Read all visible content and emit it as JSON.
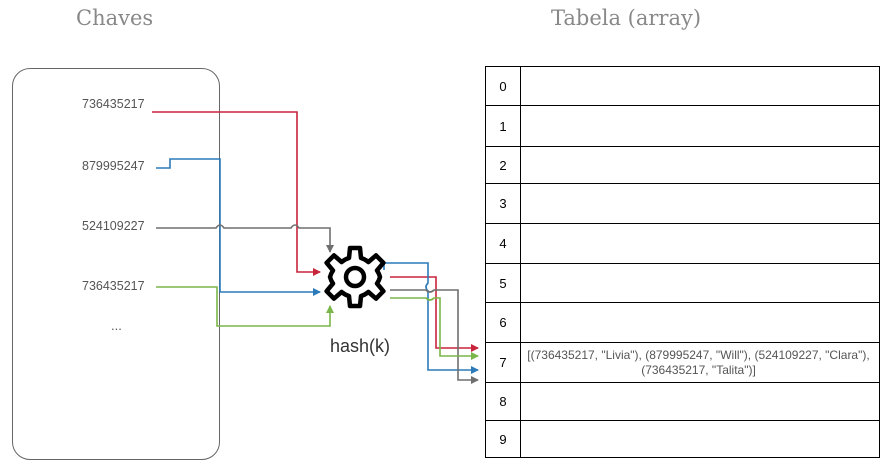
{
  "titles": {
    "keys": "Chaves",
    "table": "Tabela (array)"
  },
  "keys": [
    "736435217",
    "879995247",
    "524109227",
    "736435217"
  ],
  "ellipsis": "...",
  "hash_label": "hash(k)",
  "table_rows": [
    {
      "index": "0",
      "value": ""
    },
    {
      "index": "1",
      "value": ""
    },
    {
      "index": "2",
      "value": ""
    },
    {
      "index": "3",
      "value": ""
    },
    {
      "index": "4",
      "value": ""
    },
    {
      "index": "5",
      "value": ""
    },
    {
      "index": "6",
      "value": ""
    },
    {
      "index": "7",
      "value": "[(736435217, \"Livia\"), (879995247, \"Will\"), (524109227, \"Clara\"), (736435217, \"Talita\")]"
    },
    {
      "index": "8",
      "value": ""
    },
    {
      "index": "9",
      "value": ""
    }
  ],
  "colors": {
    "key1": "#c8243c",
    "key2": "#2b7bba",
    "key3": "#6f6f6f",
    "key4": "#7ab648"
  },
  "icons": {
    "hash_function": "gear-icon"
  }
}
